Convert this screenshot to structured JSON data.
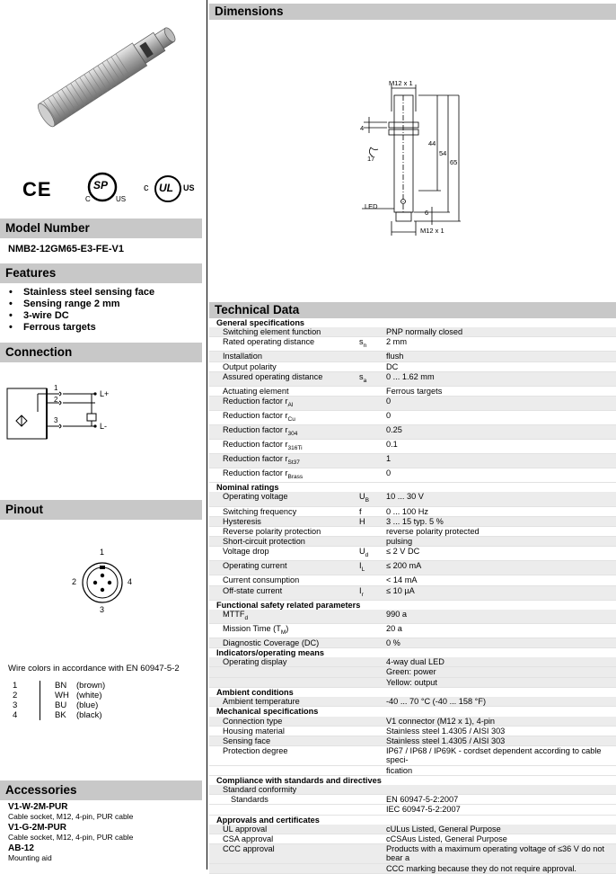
{
  "left": {
    "cert_marks": {
      "ce": "CE",
      "csa": "SP",
      "csa_sub_c": "C",
      "csa_sub_us": "US",
      "ul": "UL",
      "ul_c": "c",
      "ul_us": "US"
    },
    "model_heading": "Model Number",
    "model_number": "NMB2-12GM65-E3-FE-V1",
    "features_heading": "Features",
    "features": [
      "Stainless steel sensing face",
      "Sensing range 2 mm",
      "3-wire DC",
      "Ferrous targets"
    ],
    "connection_heading": "Connection",
    "connection": {
      "pins": [
        "1",
        "2",
        "3"
      ],
      "lplus": "L+",
      "lminus": "L-"
    },
    "pinout_heading": "Pinout",
    "pinout": {
      "p1": "1",
      "p2": "2",
      "p3": "3",
      "p4": "4"
    },
    "wire_title": "Wire colors in accordance with EN 60947-5-2",
    "wires": [
      {
        "n": "1",
        "code": "BN",
        "color": "(brown)"
      },
      {
        "n": "2",
        "code": "WH",
        "color": "(white)"
      },
      {
        "n": "3",
        "code": "BU",
        "color": "(blue)"
      },
      {
        "n": "4",
        "code": "BK",
        "color": "(black)"
      }
    ],
    "accessories_heading": "Accessories",
    "accessories": [
      {
        "name": "V1-W-2M-PUR",
        "desc": "Cable socket, M12, 4-pin, PUR cable"
      },
      {
        "name": "V1-G-2M-PUR",
        "desc": "Cable socket, M12, 4-pin, PUR cable"
      },
      {
        "name": "AB-12",
        "desc": "Mounting aid"
      }
    ]
  },
  "right": {
    "dimensions_heading": "Dimensions",
    "drawing": {
      "m12_top": "M12 x 1",
      "m12_bottom": "M12 x 1",
      "d4": "4",
      "d44": "44",
      "d54": "54",
      "d65": "65",
      "d17": "17",
      "d6": "6",
      "led": "LED"
    },
    "tech_heading": "Technical Data",
    "groups": [
      {
        "title": "General specifications",
        "rows": [
          {
            "p": "Switching element function",
            "s": "",
            "v": "PNP normally closed"
          },
          {
            "p": "Rated operating distance",
            "s": "s",
            "ss": "n",
            "v": "2 mm"
          },
          {
            "p": "Installation",
            "s": "",
            "v": "flush"
          },
          {
            "p": "Output polarity",
            "s": "",
            "v": "DC"
          },
          {
            "p": "Assured operating distance",
            "s": "s",
            "ss": "a",
            "v": "0 ... 1.62 mm"
          },
          {
            "p": "Actuating element",
            "s": "",
            "v": "Ferrous targets"
          },
          {
            "p": "Reduction factor r",
            "ps": "Al",
            "s": "",
            "v": "0"
          },
          {
            "p": "Reduction factor r",
            "ps": "Cu",
            "s": "",
            "v": "0"
          },
          {
            "p": "Reduction factor r",
            "ps": "304",
            "s": "",
            "v": "0.25"
          },
          {
            "p": "Reduction factor r",
            "ps": "316Ti",
            "s": "",
            "v": "0.1"
          },
          {
            "p": "Reduction factor r",
            "ps": "St37",
            "s": "",
            "v": "1"
          },
          {
            "p": "Reduction factor r",
            "ps": "Brass",
            "s": "",
            "v": "0"
          }
        ]
      },
      {
        "title": "Nominal ratings",
        "rows": [
          {
            "p": "Operating voltage",
            "s": "U",
            "ss": "B",
            "v": "10 ... 30 V"
          },
          {
            "p": "Switching frequency",
            "s": "f",
            "v": "0 ... 100 Hz"
          },
          {
            "p": "Hysteresis",
            "s": "H",
            "v": "3 ... 15  typ. 5  %"
          },
          {
            "p": "Reverse polarity protection",
            "s": "",
            "v": "reverse polarity protected"
          },
          {
            "p": "Short-circuit protection",
            "s": "",
            "v": "pulsing"
          },
          {
            "p": "Voltage drop",
            "s": "U",
            "ss": "d",
            "v": "≤ 2 V DC"
          },
          {
            "p": "Operating current",
            "s": "I",
            "ss": "L",
            "v": "≤ 200 mA"
          },
          {
            "p": "Current consumption",
            "s": "",
            "v": "< 14 mA"
          },
          {
            "p": "Off-state current",
            "s": "I",
            "ss": "r",
            "v": "≤ 10 µA"
          }
        ]
      },
      {
        "title": "Functional safety related parameters",
        "rows": [
          {
            "p": "MTTF",
            "ps": "d",
            "s": "",
            "v": "990 a"
          },
          {
            "p": "Mission Time (T",
            "ps": "M",
            "pe": ")",
            "s": "",
            "v": "20 a"
          },
          {
            "p": "Diagnostic Coverage (DC)",
            "s": "",
            "v": "0 %"
          }
        ]
      },
      {
        "title": "Indicators/operating means",
        "rows": [
          {
            "p": "Operating display",
            "s": "",
            "v": "4-way dual LED",
            "v2": "Green: power",
            "v3": "Yellow: output"
          }
        ]
      },
      {
        "title": "Ambient conditions",
        "rows": [
          {
            "p": "Ambient temperature",
            "s": "",
            "v": "-40 ... 70 °C (-40 ... 158 °F)"
          }
        ]
      },
      {
        "title": "Mechanical specifications",
        "rows": [
          {
            "p": "Connection type",
            "s": "",
            "v": "V1 connector (M12 x 1), 4-pin"
          },
          {
            "p": "Housing material",
            "s": "",
            "v": "Stainless steel 1.4305 / AISI 303"
          },
          {
            "p": "Sensing face",
            "s": "",
            "v": "Stainless steel 1.4305 / AISI 303"
          },
          {
            "p": "Protection degree",
            "s": "",
            "v": "IP67 / IP68 / IP69K - cordset dependent according to cable speci-",
            "v2": "fication"
          }
        ]
      },
      {
        "title": "Compliance with standards and directives",
        "rows": [
          {
            "p": "Standard conformity",
            "s": "",
            "v": ""
          },
          {
            "p": "Standards",
            "indent": true,
            "s": "",
            "v": "EN 60947-5-2:2007",
            "v2": "IEC 60947-5-2:2007"
          }
        ]
      },
      {
        "title": "Approvals and certificates",
        "rows": [
          {
            "p": "UL approval",
            "s": "",
            "v": "cULus Listed, General Purpose"
          },
          {
            "p": "CSA approval",
            "s": "",
            "v": "cCSAus Listed, General Purpose"
          },
          {
            "p": "CCC approval",
            "s": "",
            "v": "Products with a maximum operating voltage of ≤36 V do not bear a",
            "v2": "CCC marking because they do not require approval."
          }
        ]
      }
    ]
  }
}
